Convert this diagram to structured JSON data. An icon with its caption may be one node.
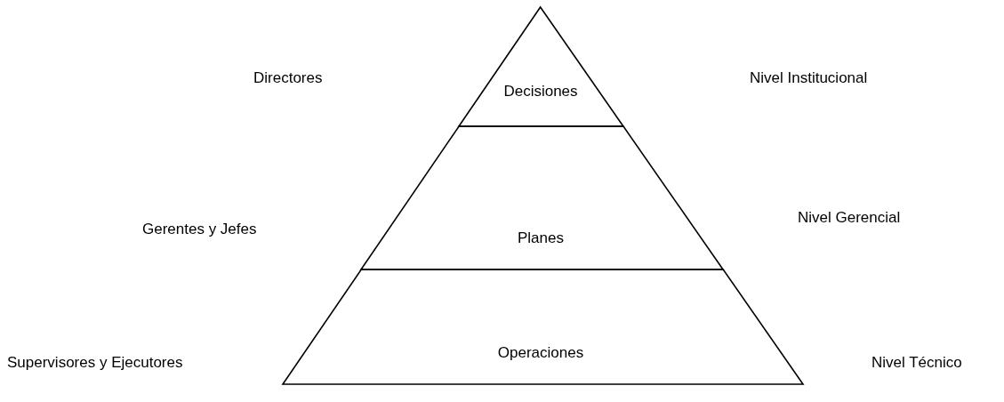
{
  "diagram": {
    "nodes": [
      {
        "text": [
          "Decisiones"
        ]
      },
      {
        "text": [
          "Planes"
        ]
      },
      {
        "text": [
          "Operaciones"
        ]
      }
    ],
    "labels": [
      "Directores",
      "Nivel Institucional",
      "Gerentes y Jefes",
      "Nivel Gerencial",
      "Supervisores y Ejecutores",
      "Nivel Técnico"
    ]
  }
}
